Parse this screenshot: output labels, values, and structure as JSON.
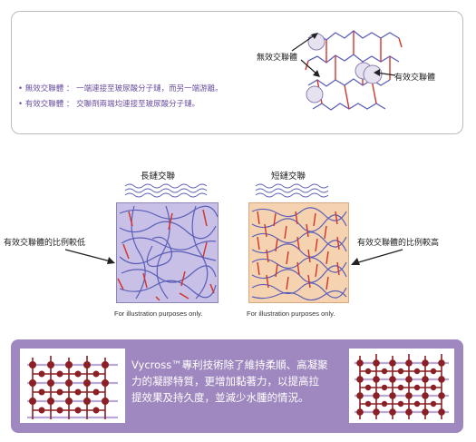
{
  "top": {
    "legend": [
      "• 無效交聯體 ： 一端連接至玻尿酸分子鏈，而另一端游離。",
      "• 有效交聯體 ： 交聯劑兩端均連接至玻尿酸分子鏈。"
    ],
    "label_ineffective": "無效交聯體",
    "label_effective": "有效交聯體"
  },
  "middle": {
    "long_chain_title": "長鏈交聯",
    "short_chain_title": "短鏈交聯",
    "left_note": "有效交聯體的比例較低",
    "right_note": "有效交聯體的比例較高",
    "caption_left": "For illustration purposes only.",
    "caption_right": "For illustration purposes only."
  },
  "bottom": {
    "text_lines": [
      "Vycross™專利技術除了維持柔順、高凝聚",
      "力的凝膠特質，更增加黏著力，以提高拉",
      "提效果及持久度，並減少水腫的情況。"
    ]
  },
  "colors": {
    "purple_text": "#6a4fa0",
    "panel_purple": "#9f88bf",
    "chain_blue": "#5b5fb8",
    "crosslink_red": "#d0352b",
    "box_long": "#c8c0e6",
    "box_short": "#f6d3b0",
    "lattice_node": "#8a1f24"
  }
}
